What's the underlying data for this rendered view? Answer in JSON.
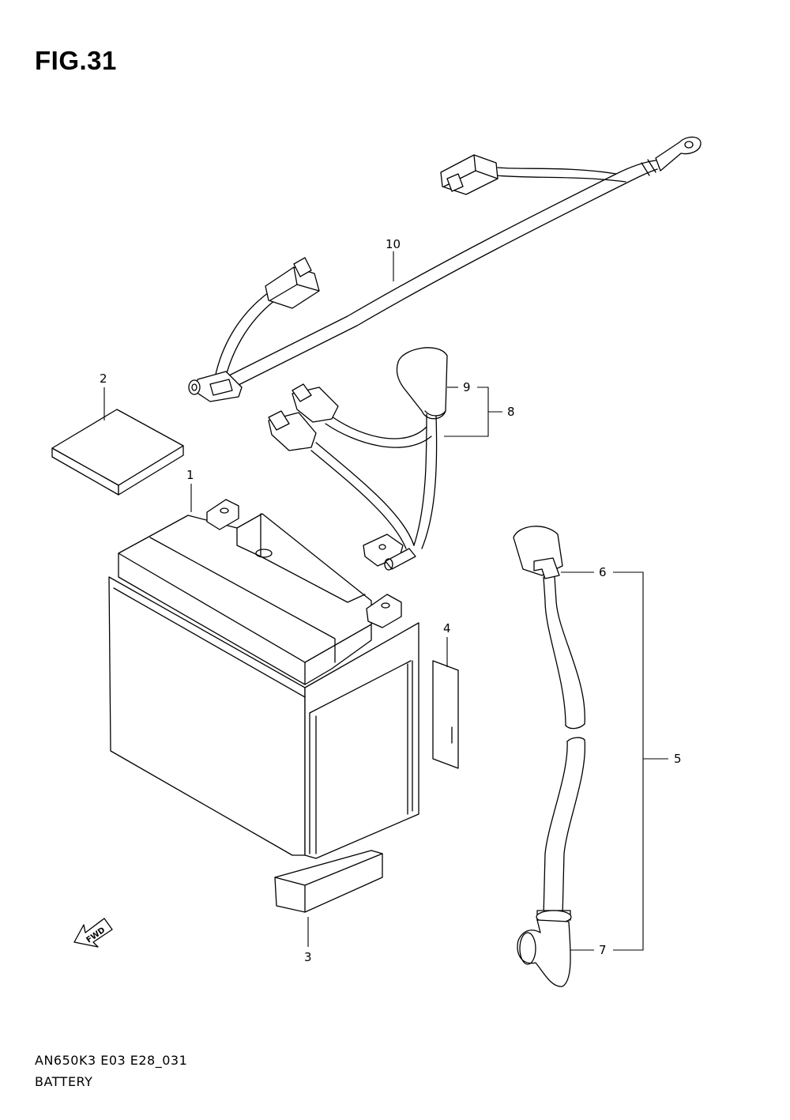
{
  "figure": {
    "title": "FIG.31"
  },
  "callouts": {
    "part_1": "1",
    "part_2": "2",
    "part_3": "3",
    "part_4": "4",
    "part_5": "5",
    "part_6": "6",
    "part_7": "7",
    "part_8": "8",
    "part_9": "9",
    "part_10": "10"
  },
  "fwd_arrow": {
    "label": "FWD"
  },
  "footer": {
    "model_code": "AN650K3  E03  E28_031",
    "section_name": "BATTERY"
  }
}
